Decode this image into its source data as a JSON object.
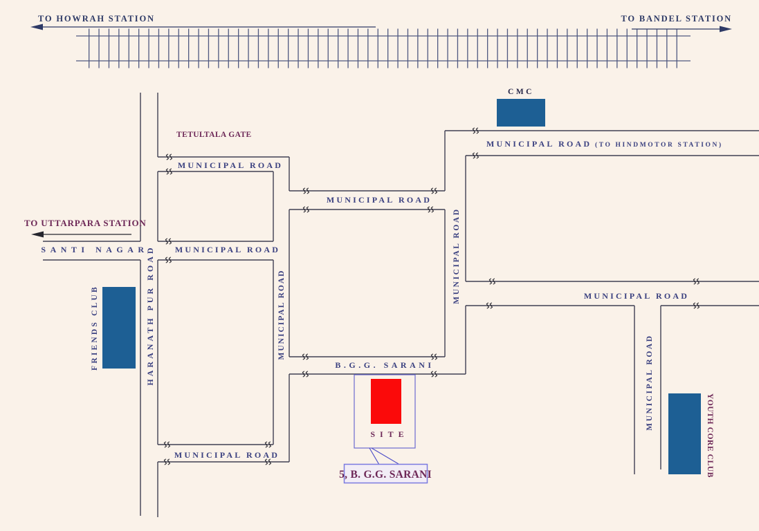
{
  "map_type": "site-location-road-map",
  "colors": {
    "background": "#faf2e9",
    "road_line": "#3f3f52",
    "railway": "#4f5880",
    "road_label_navy": "#3b4180",
    "station_navy": "#2e3a66",
    "purple_text": "#6d2857",
    "landmark_blue": "#1d5f94",
    "site_red": "#fb0a0a",
    "callout_border": "#7a7ae0"
  },
  "railway": {
    "left_label": "TO HOWRAH STATION",
    "right_label": "TO BANDEL STATION"
  },
  "roads": {
    "municipal_road": "MUNICIPAL ROAD",
    "hindmotor_suffix": "(TO HINDMOTOR STATION)",
    "santi_nagar": "SANTI NAGAR",
    "haranath_pur_road": "HARANATH PUR ROAD",
    "bgg_sarani": "B.G.G.  SARANI",
    "uttarpara_label": "TO UTTARPARA STATION"
  },
  "landmarks": {
    "cmc": "CMC",
    "tetultala_gate": "TETULTALA GATE",
    "friends_club": "FRIENDS CLUB",
    "youth_core_club": "YOUTH CORE CLUB"
  },
  "site": {
    "label": "SITE",
    "address": "5, B. G.G. SARANI"
  }
}
